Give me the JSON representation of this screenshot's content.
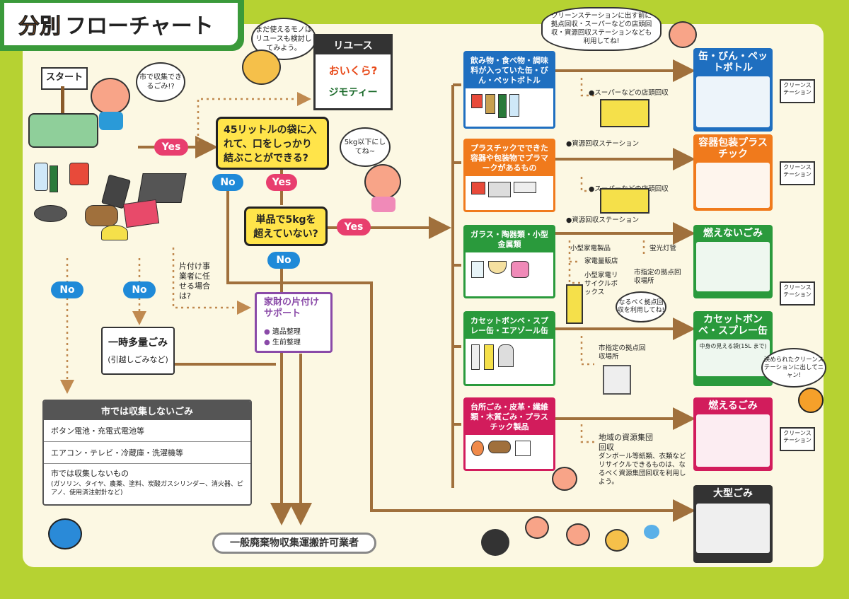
{
  "title": {
    "part1": "分別",
    "part2": "フローチャート"
  },
  "start": {
    "sign": "スタート",
    "bubble": "市で収集できるごみ!?"
  },
  "reuse": {
    "bubble": "まだ使えるモノはリユースも検討してみよう。",
    "header": "リユース",
    "logo1": "おいくら?",
    "logo2": "ジモティー"
  },
  "decisions": {
    "bag45": "45リットルの袋に入れて、口をしっかり結ぶことができる?",
    "weight5": "単品で5kgを超えていない?",
    "weight_bubble": "5kg以下にしてね~",
    "yes": "Yes",
    "no": "No"
  },
  "kataduke": {
    "question": "片付け事業者に任せる場合は?",
    "title": "家財の片付けサポート",
    "items": [
      "遺品整理",
      "生前整理"
    ]
  },
  "ichiji": {
    "line1": "一時多量ごみ",
    "line2": "(引越しごみなど)"
  },
  "not_collected": {
    "header": "市では収集しないごみ",
    "rows": [
      "ボタン電池・充電式電池等",
      "エアコン・テレビ・冷蔵庫・洗濯機等"
    ],
    "row3_title": "市では収集しないもの",
    "row3_detail": "(ガソリン、タイヤ、農薬、塗料、炭酸ガスシリンダー、消火器、ピアノ、使用済注射針など)"
  },
  "licensed": "一般廃棄物収集運搬許可業者",
  "top_bubble": "クリーンステーションに出す前に拠点回収・スーパーなどの店頭回収・資源回収ステーションなども利用してね!",
  "categories": [
    {
      "label": "飲み物・食べ物・調味料が入っていた缶・びん・ペットボトル",
      "color": "#1f6fc0"
    },
    {
      "label": "プラスチックでできた容器や包装物でプラマークがあるもの",
      "color": "#f07a1c"
    },
    {
      "label": "ガラス・陶器類・小型金属類",
      "color": "#2a9a3c"
    },
    {
      "label": "カセットボンベ・スプレー缶・エアゾール缶",
      "color": "#2a9a3c"
    },
    {
      "label": "台所ごみ・皮革・繊維類・木質ごみ・プラスチック製品",
      "color": "#d21c5c"
    }
  ],
  "routes": {
    "store_recovery": "●スーパーなどの店頭回収",
    "resource_station": "●資源回収ステーション",
    "small_appliance": "小型家電製品",
    "fluorescent": "蛍光灯管",
    "appliance_store": "家電量販店",
    "small_box": "小型家電リサイクルボックス",
    "city_point": "市指定の拠点回収場所",
    "point_bubble": "なるべく拠点回収を利用してね!",
    "city_point2": "市指定の拠点回収場所",
    "group_collect": "地域の資源集団回収",
    "group_note": "ダンボール等紙類、衣類などリサイクルできるものは、なるべく資源集団回収を利用しよう。",
    "station_bubble": "決められたクリーンステーションに出してニャン!"
  },
  "bins": [
    {
      "label": "缶・びん・ペットボトル",
      "color": "#1f6fc0"
    },
    {
      "label": "容器包装プラスチック",
      "color": "#f07a1c"
    },
    {
      "label": "燃えないごみ",
      "color": "#2a9a3c"
    },
    {
      "label": "カセットボンベ・スプレー缶",
      "color": "#2a9a3c"
    },
    {
      "label": "燃えるごみ",
      "color": "#d21c5c"
    },
    {
      "label": "大型ごみ",
      "color": "#333333"
    }
  ],
  "bag_note": "中身の見える袋(15L まで)",
  "clean_station": "クリーンステーション"
}
